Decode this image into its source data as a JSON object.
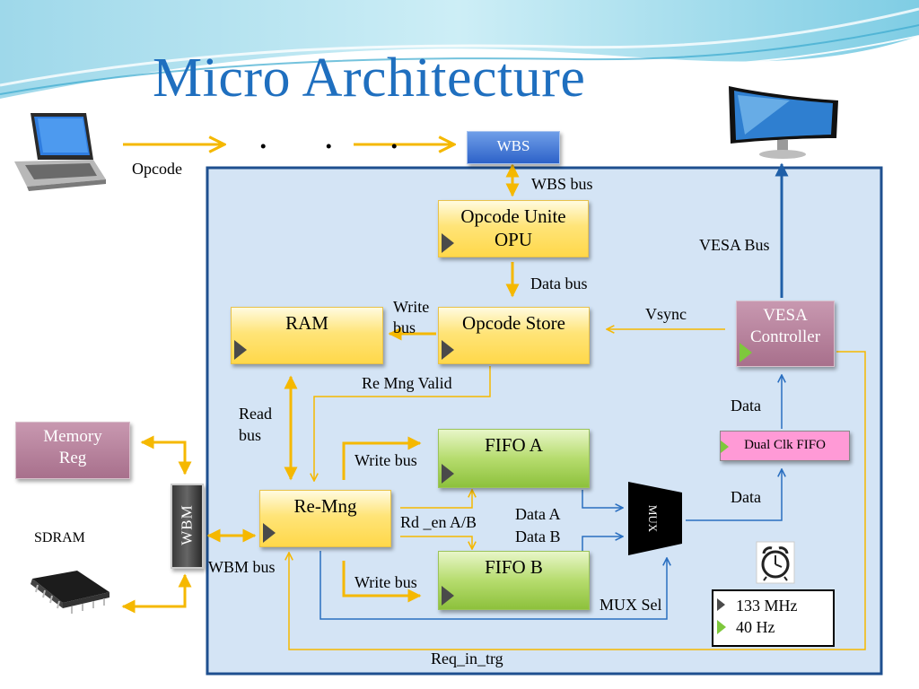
{
  "title": "Micro Architecture",
  "ellipsis": ". . .",
  "blocks": {
    "wbs": "WBS",
    "opu": "Opcode Unite\nOPU",
    "ram": "RAM",
    "opcode_store": "Opcode Store",
    "vesa_controller": "VESA\nController",
    "memory_reg": "Memory\nReg",
    "wbm": "WBM",
    "re_mng": "Re-Mng",
    "fifo_a": "FIFO A",
    "fifo_b": "FIFO B",
    "mux": "MUX",
    "dual_clk_fifo": "Dual Clk FIFO"
  },
  "labels": {
    "opcode": "Opcode",
    "wbs_bus": "WBS bus",
    "data_bus": "Data bus",
    "vesa_bus": "VESA Bus",
    "write_bus_1": "Write",
    "write_bus_2": "bus",
    "vsync": "Vsync",
    "re_mng_valid": "Re Mng Valid",
    "read_bus_1": "Read",
    "read_bus_2": "bus",
    "data_top": "Data",
    "data_mid": "Data",
    "write_bus_a": "Write  bus",
    "write_bus_b": "Write  bus",
    "rd_en": "Rd _en A/B",
    "data_a": "Data A",
    "data_b": "Data B",
    "sdram": "SDRAM",
    "wbm_bus": "WBM bus",
    "mux_sel": "MUX Sel",
    "req_in_trg": "Req_in_trg"
  },
  "clock": {
    "freq_1": "133 MHz",
    "freq_2": "40 Hz"
  },
  "colors": {
    "title": "#1f6fbf",
    "yellow_arrow": "#f5b800",
    "blue_arrow": "#2a6fc0",
    "container_bg": "#d4e4f5",
    "container_border": "#1e4f8f"
  },
  "icons": [
    "laptop-icon",
    "monitor-icon",
    "sdram-chip-icon",
    "alarm-clock-icon"
  ]
}
